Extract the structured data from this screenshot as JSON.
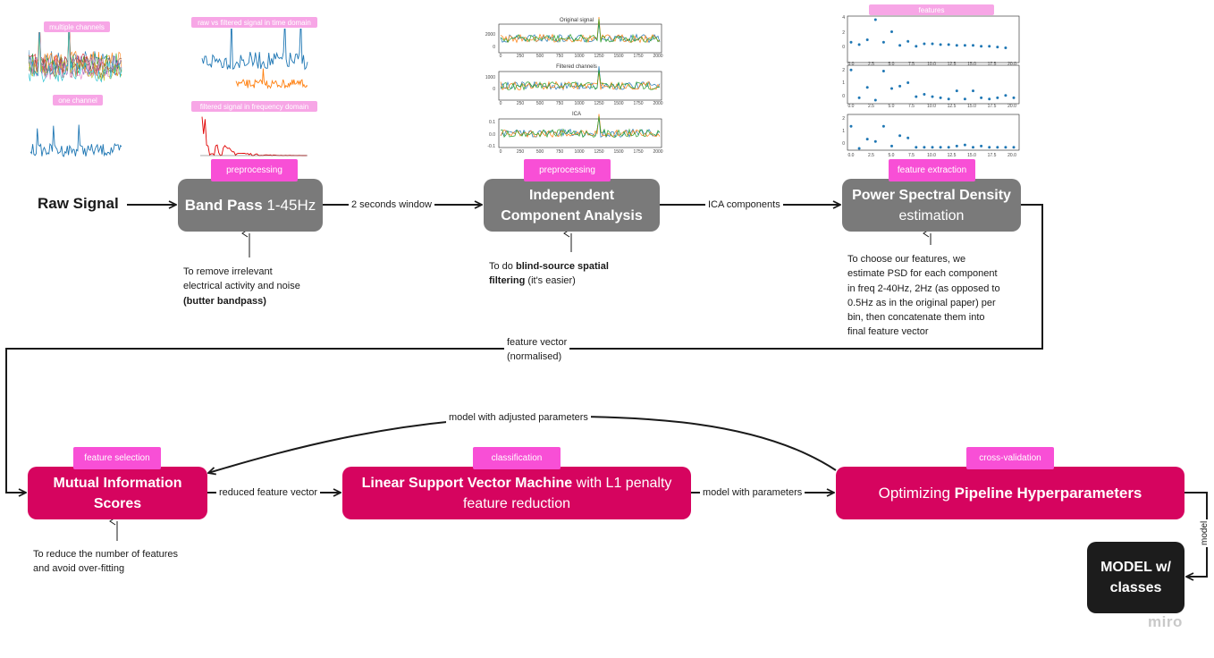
{
  "raw_signal": "Raw Signal",
  "thumb_tags": {
    "multiple_channels": "multiple channels",
    "one_channel": "one channel",
    "raw_vs_filtered": "raw vs filtered signal in time domain",
    "filtered_freq": "filtered signal in frequency domain",
    "features": "features"
  },
  "ica_plot_titles": [
    "Original signal",
    "Filtered channels",
    "ICA"
  ],
  "ica_ticks": [
    "0",
    "250",
    "500",
    "750",
    "1000",
    "1250",
    "1500",
    "1750",
    "2000"
  ],
  "ica_yticks": {
    "original": [
      "2000",
      "0"
    ],
    "filtered": [
      "1000",
      "0"
    ],
    "ica": [
      "0.1",
      "0.0",
      "-0.1"
    ]
  },
  "psd_ticks": [
    "0.0",
    "2.5",
    "5.0",
    "7.5",
    "10.0",
    "12.5",
    "15.0",
    "17.5",
    "20.0"
  ],
  "psd_yticks": {
    "top": [
      "4",
      "2",
      "0"
    ],
    "mid": [
      "2",
      "1",
      "0"
    ],
    "bottom": [
      "2",
      "1",
      "0"
    ]
  },
  "boxes": {
    "band_pass": {
      "bold": "Band Pass",
      "rest": " 1-45Hz"
    },
    "ica": {
      "line1": "Independent",
      "line2": "Component Analysis"
    },
    "psd": {
      "bold": "Power Spectral Density",
      "rest": "estimation"
    },
    "mutual": {
      "line1": "Mutual Information",
      "line2": "Scores"
    },
    "svm": {
      "bold": "Linear Support Vector Machine",
      "rest1": " with L1 penalty",
      "rest2": "feature reduction"
    },
    "optim": {
      "pre": "Optimizing ",
      "bold": "Pipeline Hyperparameters"
    },
    "model": {
      "line1": "MODEL w/",
      "line2": "classes"
    }
  },
  "tags": {
    "preprocessing_1": "preprocessing",
    "preprocessing_2": "preprocessing",
    "feature_extraction": "feature extraction",
    "feature_selection": "feature selection",
    "classification": "classification",
    "cross_validation": "cross-validation"
  },
  "edge_labels": {
    "window": "2 seconds window",
    "ica_components": "ICA components",
    "feature_vector_1": "feature vector",
    "feature_vector_2": "(normalised)",
    "adjusted": "model with adjusted parameters",
    "reduced": "reduced feature vector",
    "with_params": "model with parameters",
    "model": "model"
  },
  "notes": {
    "band_pass": {
      "l1": "To remove irrelevant",
      "l2": "electrical activity and noise",
      "l3": "(butter bandpass)"
    },
    "ica": {
      "pre": "To do ",
      "bold": "blind-source spatial",
      "bold2": "filtering",
      "post": " (it's easier)"
    },
    "psd": [
      "To choose our features, we",
      "estimate PSD for each component",
      "in freq 2-40Hz, 2Hz (as opposed to",
      "0.5Hz as in the original paper) per",
      "bin, then concatenate them into",
      "final feature vector"
    ],
    "mutual": {
      "l1": "To reduce the number of features",
      "l2": "and avoid over-fitting"
    }
  },
  "watermark": "miro",
  "colors": {
    "grey_box": "#7a7a7a",
    "pink_box": "#d6045f",
    "tag": "#f84fd6",
    "model_box": "#1c1c1c"
  }
}
